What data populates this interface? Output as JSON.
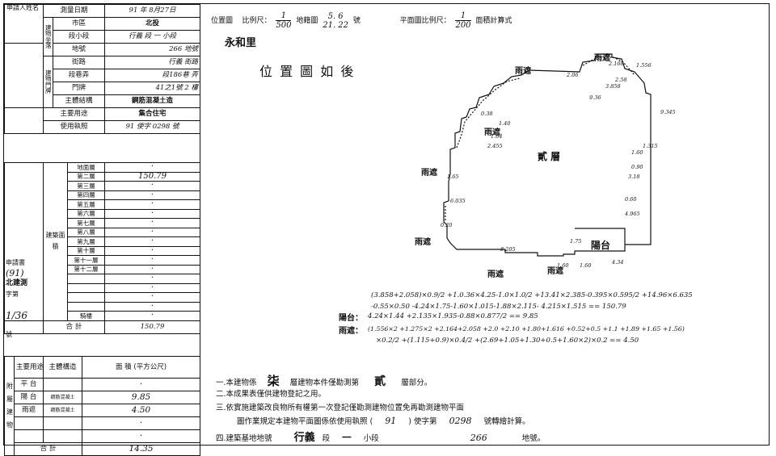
{
  "left": {
    "applicant_label": "申請人姓名",
    "survey_date_label": "測量日期",
    "survey_date": "91 年 8月27日",
    "building_location_label": "建物坐落",
    "city_label": "市區",
    "city": "北投",
    "section_label": "段小段",
    "section": "行義 段 一 小段",
    "lot_label": "地號",
    "lot": "266 地號",
    "door_label": "建物門牌",
    "street_label": "街路",
    "street": "行義 街路",
    "lane_label": "段巷弄",
    "lane": "段186巷 弄",
    "number_label": "門牌",
    "number": "41之1號 2 樓",
    "structure_label": "主體結構",
    "structure": "鋼筋混凝土造",
    "use_label": "主要用途",
    "use": "集合住宅",
    "permit_label": "使用執照",
    "permit": "91 使字 0298 號",
    "area_label": "建築面積",
    "floors": [
      "地面層",
      "第二層",
      "第三層",
      "第四層",
      "第五層",
      "第六層",
      "第七層",
      "第八層",
      "第九層",
      "第十層",
      "第十一層",
      "第十二層",
      "",
      "",
      "",
      "",
      "騎樓"
    ],
    "floor_values": [
      "·",
      "150.79",
      "·",
      "·",
      "·",
      "·",
      "·",
      "·",
      "·",
      "·",
      "·",
      "·",
      "·",
      "·",
      "·",
      "·",
      "·"
    ],
    "request_label": "申請書",
    "request_paren": "(91)",
    "request_agency": "北建測",
    "request_word": "字第",
    "request_number": "1/36",
    "request_hao": "號",
    "total_label": "合 計",
    "total": "150.79",
    "attach_label": "附屬建物",
    "attach_use_label": "主要用途",
    "attach_struct_label": "主體構造",
    "attach_area_label": "面 積 (平方公尺)",
    "attach_rows": [
      {
        "use": "平 台",
        "struct": "",
        "value": "·"
      },
      {
        "use": "陽 台",
        "struct": "鋼筋混凝土",
        "value": "9.85"
      },
      {
        "use": "雨遮",
        "struct": "鋼筋混凝土",
        "value": "4.50"
      },
      {
        "use": "",
        "struct": "",
        "value": "·"
      },
      {
        "use": "",
        "struct": "",
        "value": "·"
      }
    ],
    "attach_total_label": "合 計",
    "attach_total": "14.35"
  },
  "header": {
    "location_map": "位置圖",
    "scale_label": "比例尺：",
    "scale_num": "1",
    "scale_den": "500",
    "cadastral_label": "地籍圖",
    "cadastral_top": "5. 6",
    "cadastral_bottom": "21. 22",
    "cadastral_suffix": "號",
    "floor_plan_scale_label": "平面圖比例尺：",
    "fp_scale_num": "1",
    "fp_scale_den": "200",
    "area_formula_label": "面積計算式"
  },
  "plan": {
    "village": "永和里",
    "location_as": "位 置 圖 如 後",
    "floor": "貳 層",
    "balcony": "陽台",
    "awning": "雨遮",
    "dims": [
      "2.06",
      "2.168",
      "1.556",
      "2.58",
      "3.858",
      "9.36",
      "9.345",
      "1.315",
      "1.60",
      "0.90",
      "3.18",
      "0.60",
      "4.965",
      "4.34",
      "1.60",
      "1.75",
      "1.60",
      "8.205",
      "1.65",
      "0.20",
      "6.035",
      "1.64",
      "2.455",
      "1.40",
      "0.38"
    ]
  },
  "calc": {
    "line1": "(3.858+2.058)×0.9/2 +1.0.36×4.25-1.0×1.0/2 +13.41×2.385-0.395×0.595/2 +14.96×6.635",
    "line2": "-0.55×0.50 -4.24×1.75-1.60×1.015-1.88×2.115- 4.215×1.515 == 150.79",
    "balcony_label": "陽台：",
    "line3": "4.24×1.44 +2.135×1.935-0.88×0.877/2 == 9.85",
    "awning_label": "雨遮：",
    "line4": "(1.556×2 +1.275×2 +2.164+2.058 +2.0 +2.10 +1.80+1.616 +0.52+0.5 +1.1 +1.89 +1.65 +1.56)",
    "line5": "×0.2/2 +(1.115+0.9)×0.4/2 +(2.69+1.05+1.30+0.5+1.60×2)×0.2 == 4.50"
  },
  "notes": {
    "n1a": "一.本建物係",
    "n1b": "柒",
    "n1c": "層建物本件僅勘測第",
    "n1d": "貳",
    "n1e": "層部分。",
    "n2": "二.本成果表僅供建物登記之用。",
    "n3": "三.依實施建築改良物所有權第一次登記僅勘測建物位置免再勘測建物平面",
    "n4a": "圖作業規定本建物平面圖係依使用執照 (",
    "n4b": "91",
    "n4c": ") 使字第",
    "n4d": "0298",
    "n4e": "號轉繪計算。",
    "n5a": "四.建築基地地號",
    "n5b": "行義",
    "n5c": "段",
    "n5d": "一",
    "n5e": "小段",
    "n5f": "266",
    "n5g": "地號。"
  }
}
